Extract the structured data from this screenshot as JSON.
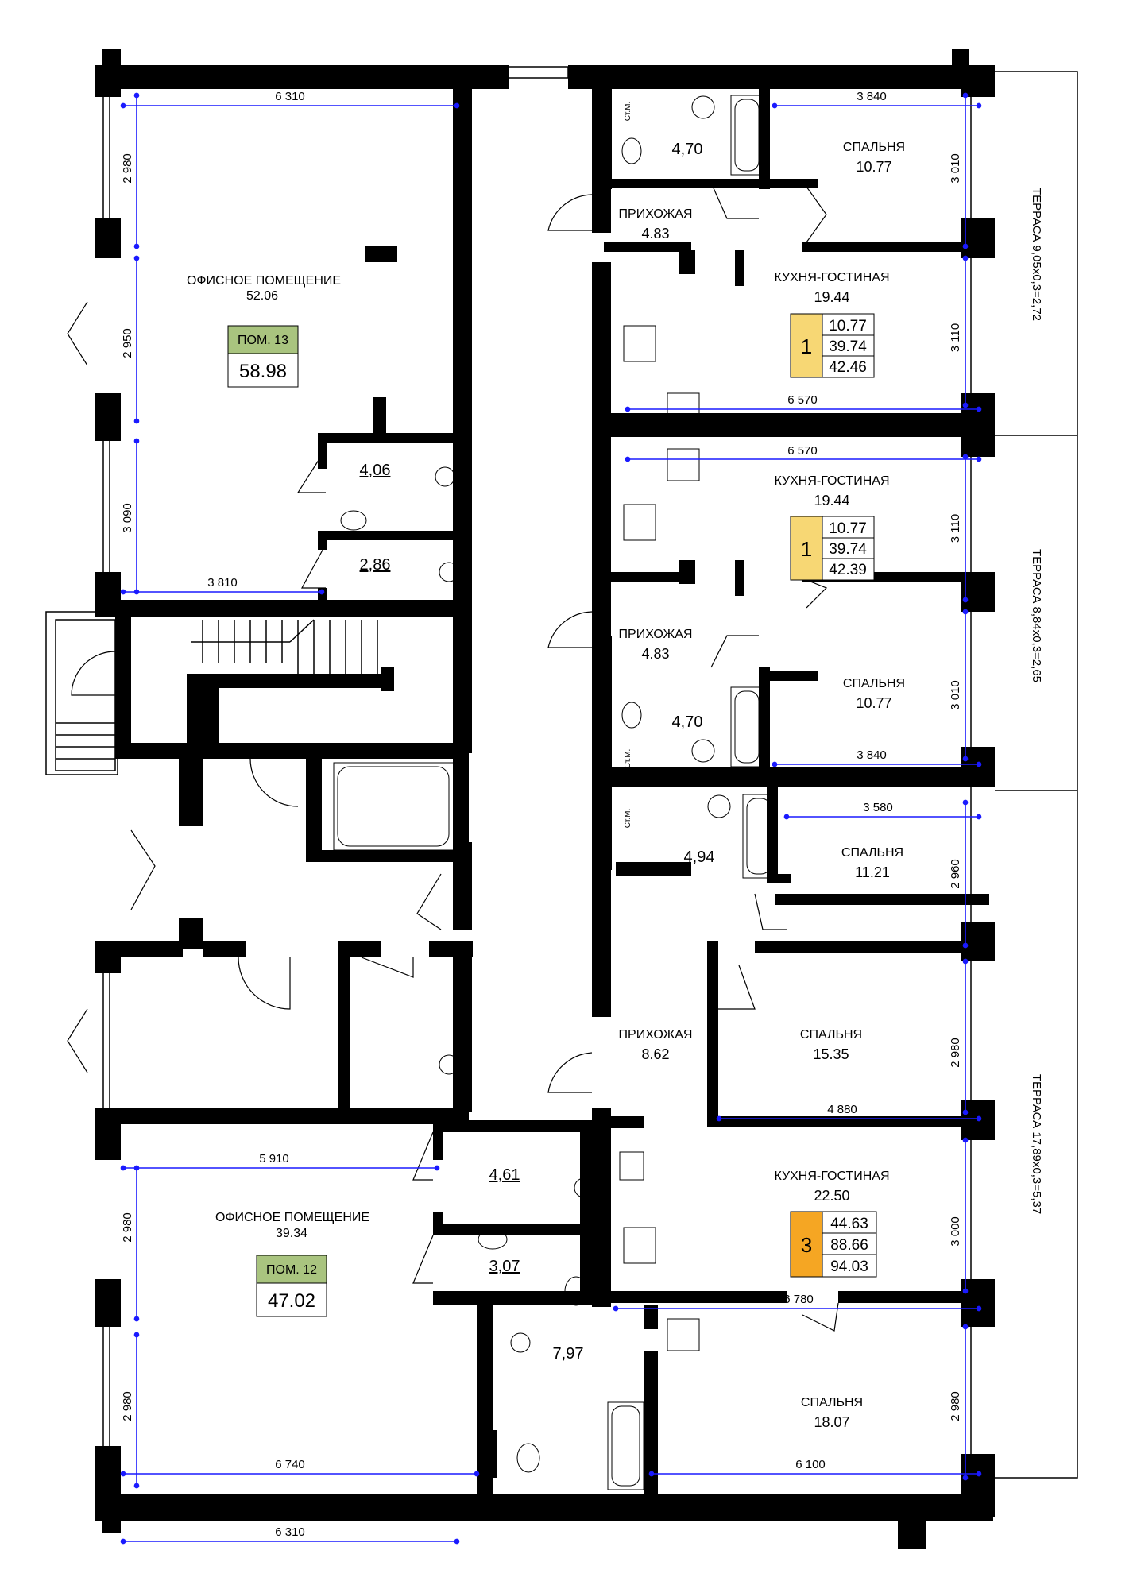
{
  "colors": {
    "wall": "#000000",
    "dimension": "#1a1aff",
    "pom_label_bg": "#a9c47f",
    "apt_small_bg": "#f7d774",
    "apt_large_bg": "#f5a623"
  },
  "offices": [
    {
      "name": "ОФИСНОЕ ПОМЕЩЕНИЕ",
      "area": "52.06",
      "pom": "ПОМ. 13",
      "total": "58.98"
    },
    {
      "name": "ОФИСНОЕ ПОМЕЩЕНИЕ",
      "area": "39.34",
      "pom": "ПОМ. 12",
      "total": "47.02"
    }
  ],
  "wc_areas": [
    "4,06",
    "2,86",
    "4,61",
    "3,07"
  ],
  "rooms": [
    {
      "name": "СПАЛЬНЯ",
      "area": "10.77"
    },
    {
      "name": "ПРИХОЖАЯ",
      "area": "4.83"
    },
    {
      "name": "КУХНЯ-ГОСТИНАЯ",
      "area": "19.44"
    },
    {
      "name": "КУХНЯ-ГОСТИНАЯ",
      "area": "19.44"
    },
    {
      "name": "ПРИХОЖАЯ",
      "area": "4.83"
    },
    {
      "name": "СПАЛЬНЯ",
      "area": "10.77"
    },
    {
      "name": "СПАЛЬНЯ",
      "area": "11.21"
    },
    {
      "name": "ПРИХОЖАЯ",
      "area": "8.62"
    },
    {
      "name": "СПАЛЬНЯ",
      "area": "15.35"
    },
    {
      "name": "КУХНЯ-ГОСТИНАЯ",
      "area": "22.50"
    },
    {
      "name": "СПАЛЬНЯ",
      "area": "18.07"
    }
  ],
  "bath_areas": [
    "4,70",
    "4,70",
    "4,94",
    "7,97"
  ],
  "appliance_label": "Ст.М.",
  "apartments": [
    {
      "rooms": "1",
      "living": "10.77",
      "total": "39.74",
      "full": "42.46"
    },
    {
      "rooms": "1",
      "living": "10.77",
      "total": "39.74",
      "full": "42.39"
    },
    {
      "rooms": "3",
      "living": "44.63",
      "total": "88.66",
      "full": "94.03"
    }
  ],
  "dimensions": [
    "6 310",
    "2 980",
    "2 950",
    "3 090",
    "3 810",
    "5 910",
    "2 980",
    "2 980",
    "6 740",
    "6 310",
    "3 840",
    "3 010",
    "3 110",
    "6 570",
    "6 570",
    "3 110",
    "3 010",
    "3 840",
    "3 580",
    "2 960",
    "2 980",
    "4 880",
    "3 000",
    "6 780",
    "2 980",
    "6 100"
  ],
  "terraces": [
    "ТЕРРАСА 9,05х0,3=2,72",
    "ТЕРРАСА 8,84х0,3=2,65",
    "ТЕРРАСА 17,89х0,3=5,37"
  ]
}
